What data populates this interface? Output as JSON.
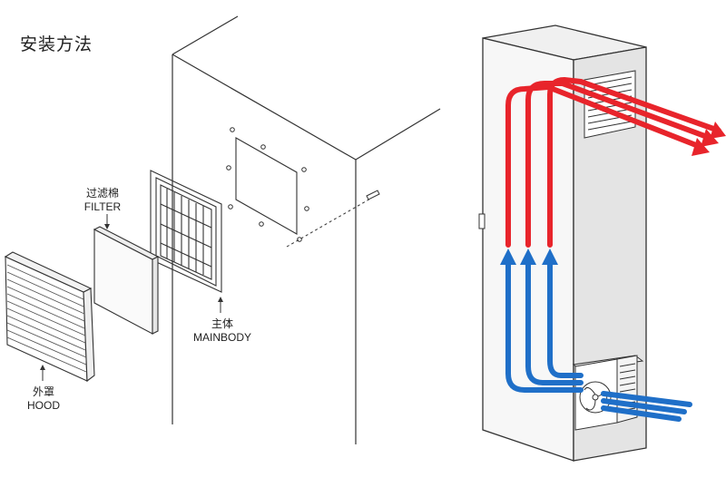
{
  "title": "安装方法",
  "labels": {
    "filter_cn": "过滤棉",
    "filter_en": "FILTER",
    "mainbody_cn": "主体",
    "mainbody_en": "MAINBODY",
    "hood_cn": "外罩",
    "hood_en": "HOOD"
  },
  "colors": {
    "hot_air": "#e8242b",
    "cold_air": "#1f6fc8",
    "line": "#333333"
  }
}
